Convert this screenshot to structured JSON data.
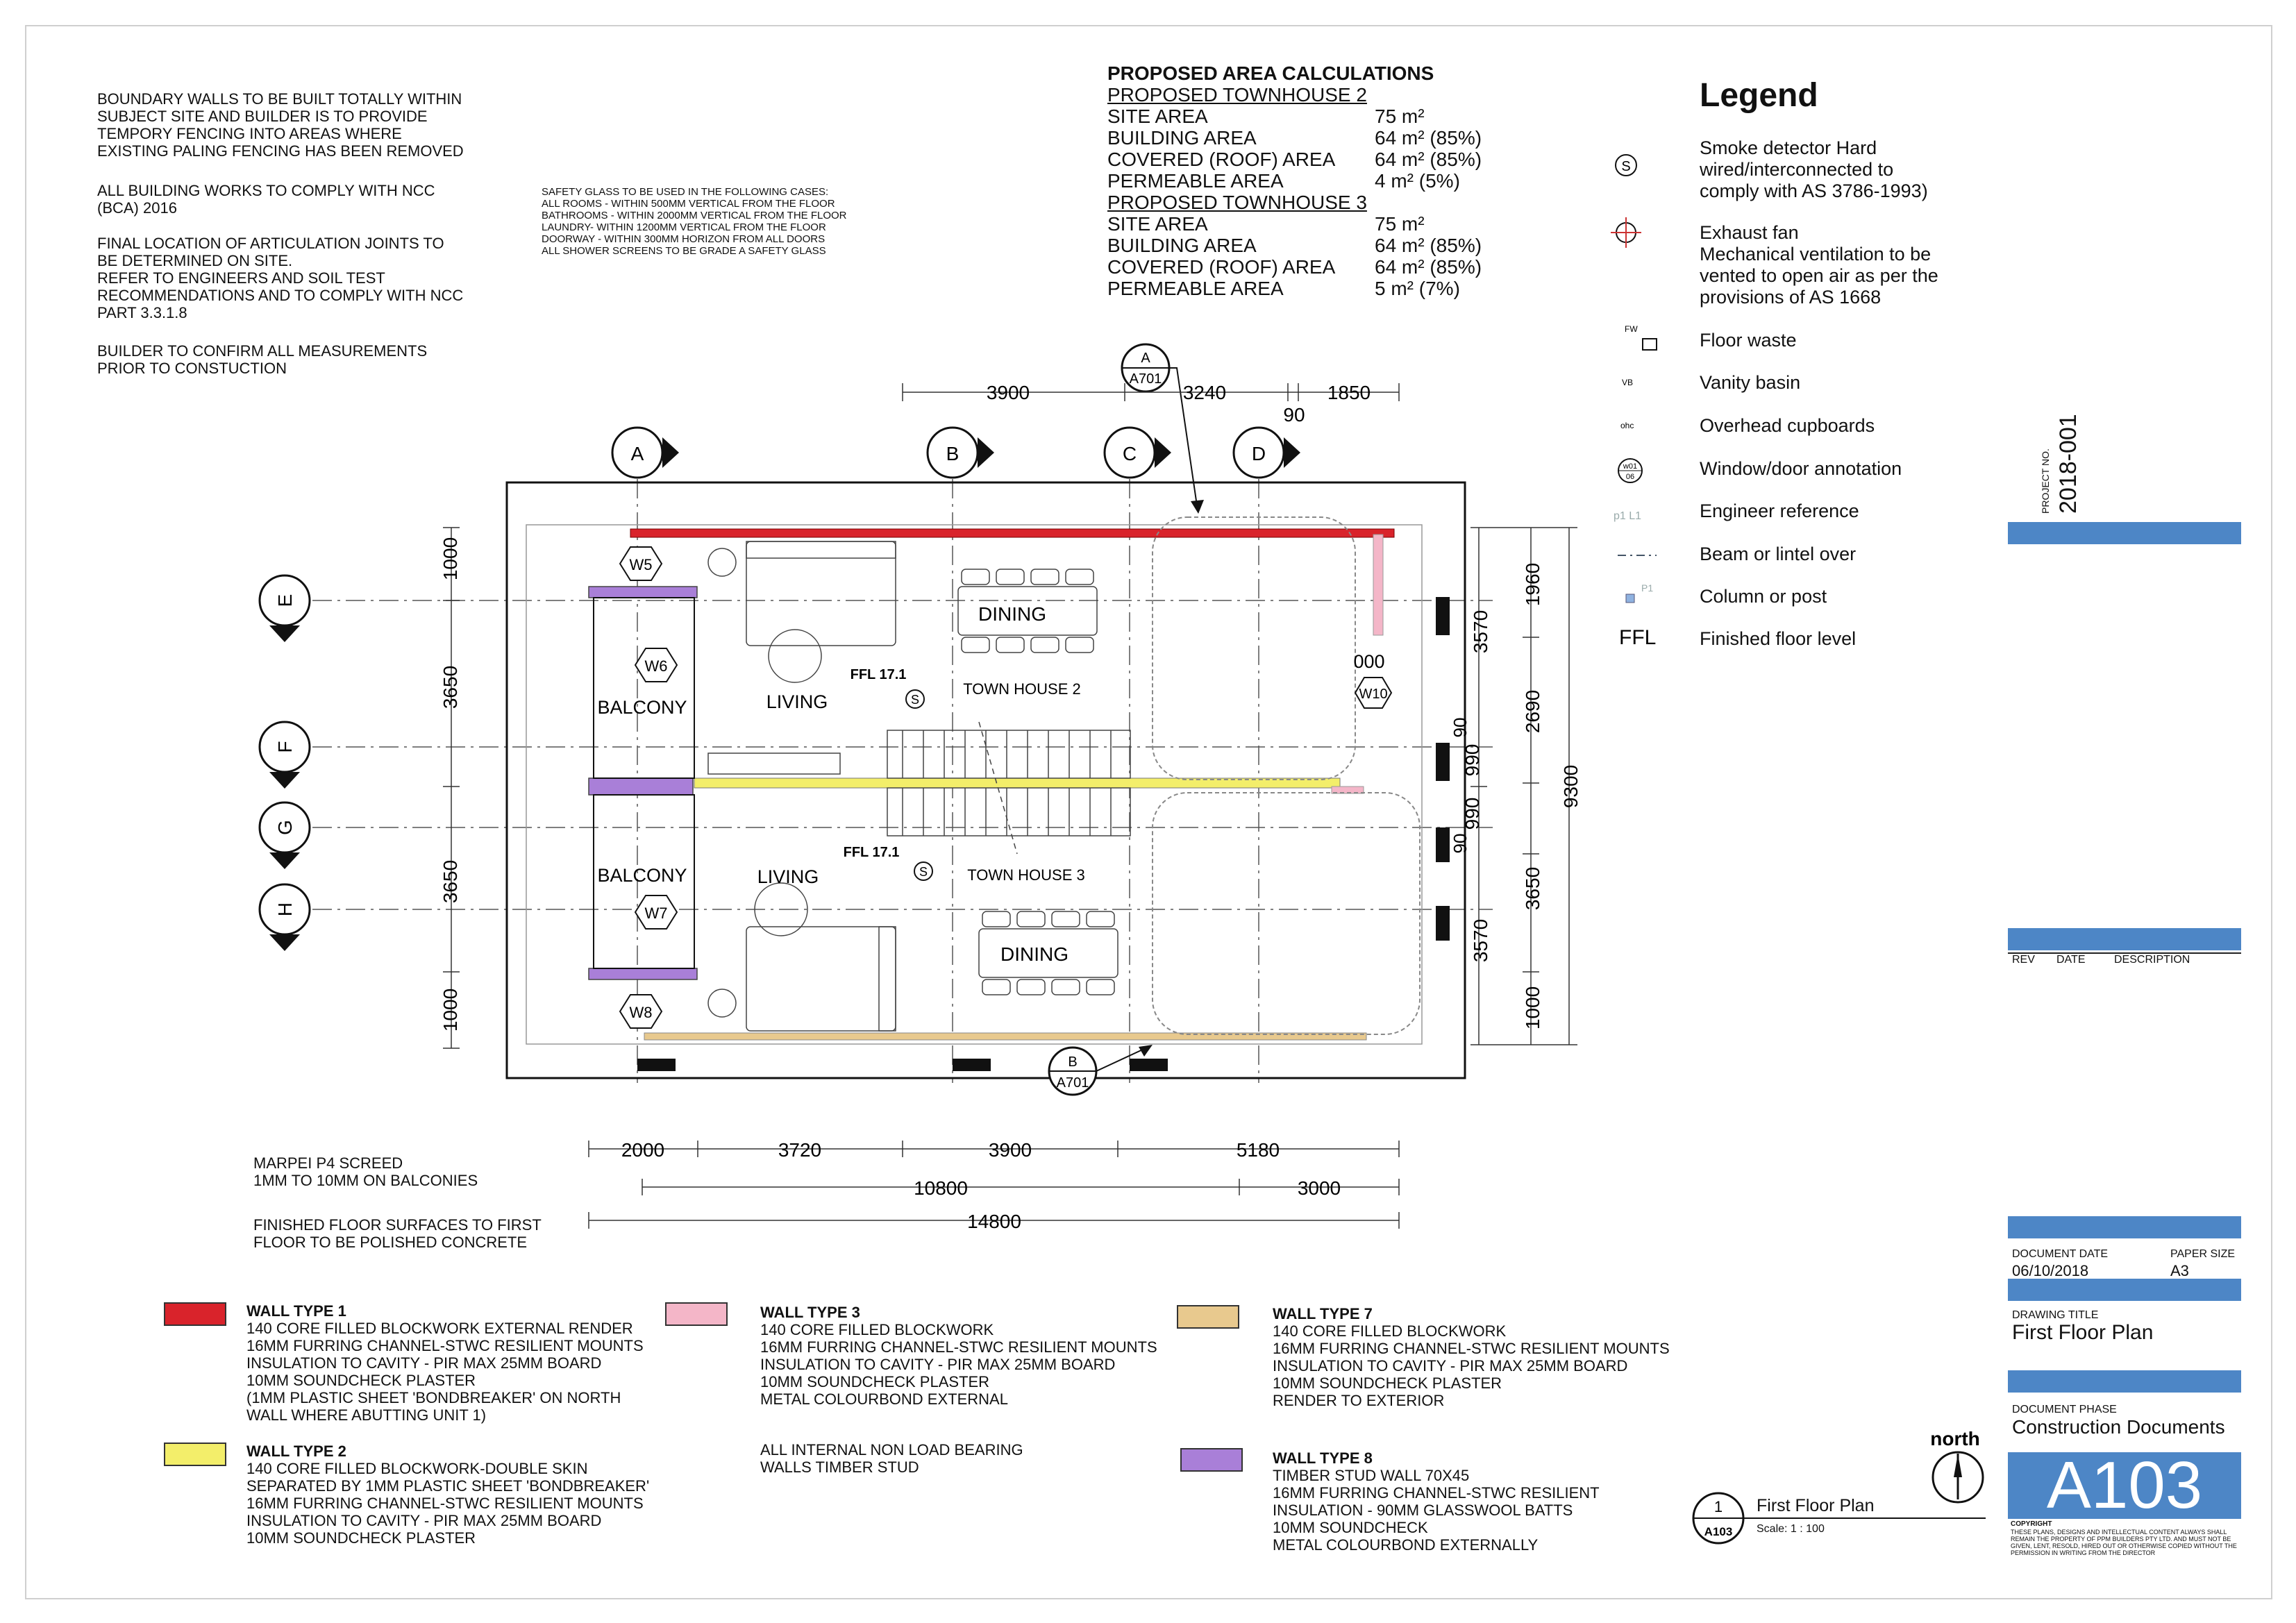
{
  "notes": {
    "boundary": "BOUNDARY WALLS TO BE BUILT TOTALLY WITHIN\nSUBJECT SITE AND BUILDER IS TO PROVIDE\nTEMPORY FENCING INTO AREAS WHERE\nEXISTING PALING FENCING HAS BEEN REMOVED",
    "ncc": "ALL BUILDING WORKS TO COMPLY WITH NCC\n(BCA) 2016",
    "articulation": "FINAL LOCATION OF ARTICULATION JOINTS TO\nBE DETERMINED ON SITE.\nREFER TO ENGINEERS AND SOIL TEST\nRECOMMENDATIONS AND TO COMPLY WITH NCC\nPART 3.3.1.8",
    "builder": "BUILDER TO CONFIRM ALL MEASUREMENTS\nPRIOR TO CONSTUCTION",
    "safety_glass": "SAFETY GLASS TO BE USED IN THE FOLLOWING CASES:\n                              ALL ROOMS - WITHIN 500mm VERTICAL FROM THE FLOOR\n                              BATHROOMS - WITHIN 2000mm VERTICAL FROM THE FLOOR\n                              LAUNDRY- WITHIN 1200mm VERTICAL FROM THE FLOOR\n                              DOORWAY - WITHIN 300mm HORIZON FROM ALL DOORS\n                              ALL SHOWER SCREENS TO BE GRADE A SAFETY GLASS",
    "screed": "MARPEI P4 SCREED\n1mm TO 10mm ON BALCONIES",
    "floor_finish": "FINISHED FLOOR SURFACES TO FIRST\nFLOOR TO BE POLISHED CONCRETE",
    "non_load": "ALL INTERNAL NON LOAD BEARING\nWALLS TIMBER STUD"
  },
  "area_calc": {
    "title": "PROPOSED AREA CALCULATIONS",
    "th2_heading": "PROPOSED TOWNHOUSE 2",
    "th2": [
      {
        "label": "SITE AREA",
        "value": "75 m²"
      },
      {
        "label": "BUILDING AREA",
        "value": "  64 m² (85%)"
      },
      {
        "label": "COVERED (ROOF) AREA",
        "value": "  64 m² (85%)"
      },
      {
        "label": "PERMEABLE AREA",
        "value": "  4 m² (5%)"
      }
    ],
    "th3_heading": "PROPOSED TOWNHOUSE 3",
    "th3": [
      {
        "label": "SITE AREA",
        "value": "75 m²"
      },
      {
        "label": "BUILDING AREA",
        "value": "  64 m² (85%)"
      },
      {
        "label": "COVERED (ROOF) AREA",
        "value": "  64 m² (85%)"
      },
      {
        "label": "PERMEABLE AREA",
        "value": "  5 m² (7%)"
      }
    ]
  },
  "legend": {
    "title": "Legend",
    "items": [
      {
        "icon": "smoke-detector-icon",
        "symbol": "S",
        "text": "Smoke detector Hard\nwired/interconnected to\ncomply with AS 3786-1993)"
      },
      {
        "icon": "exhaust-fan-icon",
        "symbol": "",
        "text": "Exhaust fan\nMechanical ventilation to be\nvented to open air as per the\nprovisions of AS 1668"
      },
      {
        "icon": "floor-waste-icon",
        "symbol": "FW",
        "text": "Floor waste"
      },
      {
        "icon": "vanity-basin-icon",
        "symbol": "VB",
        "text": "Vanity basin"
      },
      {
        "icon": "overhead-cupboard-icon",
        "symbol": "ohc",
        "text": "Overhead cupboards"
      },
      {
        "icon": "window-door-annotation-icon",
        "symbol": "w01/06",
        "text": "Window/door annotation"
      },
      {
        "icon": "engineer-reference-icon",
        "symbol": "p1  L1",
        "text": "Engineer reference"
      },
      {
        "icon": "beam-lintel-icon",
        "symbol": "",
        "text": "Beam or lintel over"
      },
      {
        "icon": "column-post-icon",
        "symbol": "P1",
        "text": "Column or post"
      },
      {
        "icon": "ffl-icon",
        "symbol": "FFL",
        "text": "Finished floor level"
      }
    ]
  },
  "plan": {
    "grid_cols": [
      "A",
      "B",
      "C",
      "D"
    ],
    "grid_rows": [
      "E",
      "F",
      "G",
      "H"
    ],
    "section_a": {
      "letter": "A",
      "sheet": "A701"
    },
    "section_b": {
      "letter": "B",
      "sheet": "A701"
    },
    "top_dims": [
      "3900",
      "3240",
      "1850",
      "90"
    ],
    "left_dims": [
      "1000",
      "3650",
      "3650",
      "1000"
    ],
    "right_dims_inner": [
      "3570",
      "3570"
    ],
    "right_dims_mid": [
      "1960",
      "2690",
      "990",
      "990",
      "3650",
      "1000",
      "90",
      "90"
    ],
    "right_dim_total": "9300",
    "bottom_dims_1": [
      "2000",
      "3720",
      "3900",
      "5180"
    ],
    "bottom_dims_2": [
      "10800",
      "3000"
    ],
    "bottom_dim_total": "14800",
    "rooms": {
      "balcony_top": "BALCONY",
      "living_top": "LIVING",
      "dining_top": "DINING",
      "townhouse2": "TOWN HOUSE 2",
      "ffl_top": "FFL 17.1",
      "balcony_bot": "BALCONY",
      "living_bot": "LIVING",
      "dining_bot": "DINING",
      "townhouse3": "TOWN HOUSE 3",
      "ffl_bot": "FFL 17.1",
      "partial_dim": "000"
    },
    "windows": [
      "W5",
      "W6",
      "W7",
      "W8",
      "W10"
    ]
  },
  "wall_types": [
    {
      "title": "WALL TYPE 1",
      "color": "#d9232b",
      "text": "140 CORE FILLED BLOCKWORK EXTERNAL RENDER\n16mm FURRING CHANNEL-STWC RESILIENT MOUNTS\nINSULATION TO CAVITY - PIR MAX 25mm BOARD\n10mm SOUNDCHECK PLASTER\n(1MM PLASTIC SHEET 'BONDBREAKER' ON NORTH\nWALL WHERE ABUTTING UNIT 1)"
    },
    {
      "title": "WALL TYPE 2",
      "color": "#f3ee6a",
      "text": "140 CORE FILLED BLOCKWORK-DOUBLE SKIN\nSEPARATED BY 1MM PLASTIC SHEET 'BONDBREAKER'\n16mm FURRING CHANNEL-STWC RESILIENT MOUNTS\nINSULATION TO CAVITY - PIR MAX 25mm BOARD\n10mm SOUNDCHECK PLASTER"
    },
    {
      "title": "WALL TYPE 3",
      "color": "#f4b6c8",
      "text": "140 CORE FILLED BLOCKWORK\n16mm FURRING CHANNEL-STWC RESILIENT MOUNTS\nINSULATION TO CAVITY - PIR MAX 25mm BOARD\n10mm SOUNDCHECK PLASTER\nMETAL COLOURBOND EXTERNAL"
    },
    {
      "title": "WALL TYPE 7",
      "color": "#e8c98e",
      "text": "140 CORE FILLED BLOCKWORK\n16mm FURRING CHANNEL-STWC RESILIENT MOUNTS\nINSULATION TO CAVITY - PIR MAX 25mm  BOARD\n10mm SOUNDCHECK PLASTER\nRENDER TO EXTERIOR"
    },
    {
      "title": "WALL TYPE 8",
      "color": "#a97fd8",
      "text": "TIMBER STUD WALL 70X45\n16mm FURRING CHANNEL-STWC RESILIENT\nINSULATION - 90MM GLASSWOOL BATTS\n10mm SOUNDCHECK\nMETAL COLOURBOND EXTERNALLY"
    }
  ],
  "view_tag": {
    "number": "1",
    "sheet": "A103",
    "title": "First Floor Plan",
    "scale": "Scale:  1 : 100",
    "north": "north"
  },
  "title_block": {
    "project_no_label": "PROJECT NO.",
    "project_no": "2018-001",
    "rev": "REV",
    "date": "DATE",
    "description": "DESCRIPTION",
    "doc_date_label": "DOCUMENT DATE",
    "doc_date": "06/10/2018",
    "paper_size_label": "PAPER SIZE",
    "paper_size": "A3",
    "drawing_title_label": "DRAWING TITLE",
    "drawing_title": "First Floor Plan",
    "phase_label": "DOCUMENT PHASE",
    "phase": "Construction Documents",
    "sheet_no": "A103",
    "copyright_label": "COPYRIGHT",
    "copyright": "THESE PLANS, DESIGNS AND INTELLECTUAL CONTENT ALWAYS SHALL REMAIN THE PROPERTY OF PPM BUILDERS PTY LTD. AND MUST NOT BE GIVEN, LENT, RESOLD, HIRED OUT OR OTHERWISE COPIED WITHOUT THE PERMISSION IN WRITING FROM THE DIRECTOR",
    "accent": "#4d86c6"
  }
}
